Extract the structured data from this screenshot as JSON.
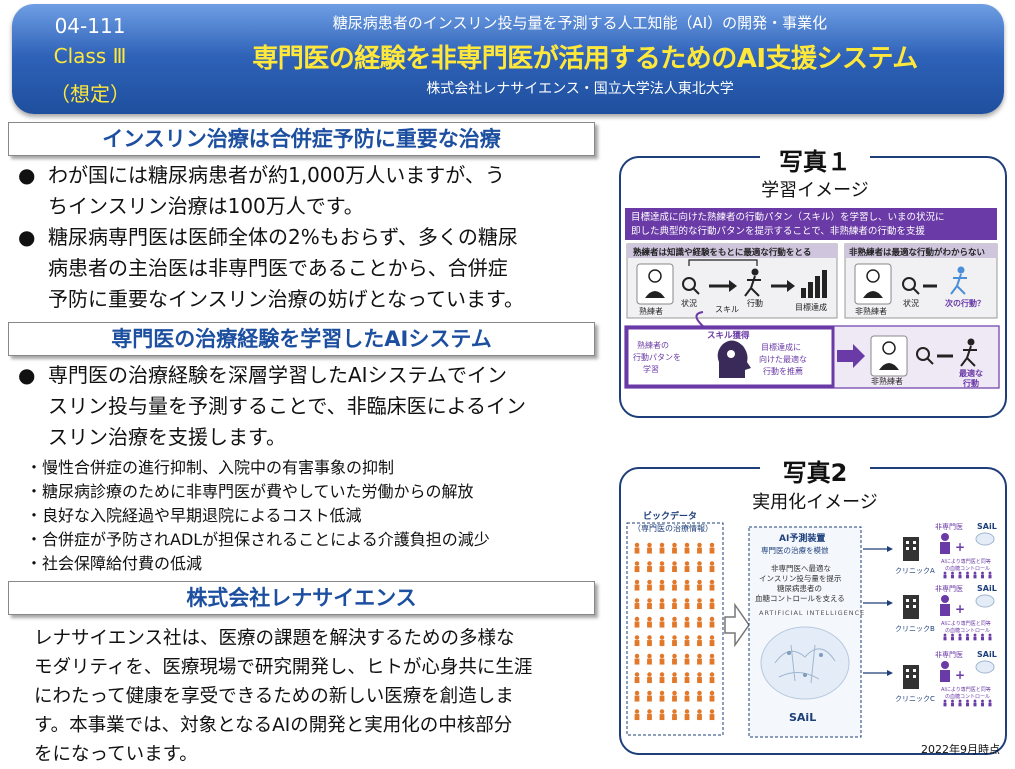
{
  "header": {
    "id": "04-111",
    "class_label": "Class Ⅲ",
    "assumed": "（想定）",
    "subtitle": "糖尿病患者のインスリン投与量を予測する人工知能（AI）の開発・事業化",
    "title": "専門医の経験を非専門医が活用するためのAI支援システム",
    "organizations": "株式会社レナサイエンス・国立大学法人東北大学"
  },
  "section1": {
    "heading": "インスリン治療は合併症予防に重要な治療",
    "bullets": [
      [
        "わが国には糖尿病患者が約1,000万人いますが、う",
        "ちインスリン治療は100万人です。"
      ],
      [
        "糖尿病専門医は医師全体の2%もおらず、多くの糖尿",
        "病患者の主治医は非専門医であることから、合併症",
        "予防に重要なインスリン治療の妨げとなっています。"
      ]
    ]
  },
  "section2": {
    "heading": "専門医の治療経験を学習したAIシステム",
    "bullet": [
      "専門医の治療経験を深層学習したAIシステムでイン",
      "スリン投与量を予測することで、非臨床医によるイン",
      "スリン治療を支援します。"
    ],
    "benefits": [
      "・慢性合併症の進行抑制、入院中の有害事象の抑制",
      "・糖尿病診療のために非専門医が費やしていた労働からの解放",
      "・良好な入院経過や早期退院によるコスト低減",
      "・合併症が予防されADLが担保されることによる介護負担の減少",
      "・社会保障給付費の低減"
    ]
  },
  "section3": {
    "heading": "株式会社レナサイエンス",
    "description": [
      "レナサイエンス社は、医療の課題を解決するための多様な",
      "モダリティを、医療現場で研究開発し、ヒトが心身共に生涯",
      "にわたって健康を享受できるための新しい医療を創造しま",
      "す。本事業では、対象となるAIの開発と実用化の中核部分",
      "をになっています。"
    ]
  },
  "photo1": {
    "title": "写真１",
    "subtitle": "学習イメージ",
    "banner": [
      "目標達成に向けた熟練者の行動パタン（スキル）を学習し、いまの状況に",
      "即した典型的な行動パタンを提示することで、非熟練者の行動を支援"
    ],
    "expert_box_label": "熟練者は知識や経験をもとに最適な行動をとる",
    "novice_box_label": "非熟練者は最適な行動がわからない",
    "expert": "熟練者",
    "situation": "状況",
    "skill": "スキル",
    "action": "行動",
    "goal": "目標達成",
    "novice": "非熟練者",
    "next_action": "次の行動？",
    "learn_label": [
      "熟練者の",
      "行動パタンを",
      "学習"
    ],
    "skill_acquired": "スキル獲得",
    "recommend_label": [
      "目標達成に",
      "向けた最適な",
      "行動を推薦"
    ],
    "optimal_action": [
      "最適な",
      "行動"
    ]
  },
  "photo2": {
    "title": "写真2",
    "subtitle": "実用化イメージ",
    "bigdata": [
      "ビックデータ",
      "（専門医の治療情報）"
    ],
    "ai_title": [
      "AI予測装置",
      "専門医の治療を模倣"
    ],
    "ai_desc": [
      "非専門医へ最適な",
      "インスリン投与量を提示",
      "糖尿病患者の",
      "血糖コントロールを支える"
    ],
    "ai_caption": "ARTIFICIAL INTELLIGENCE",
    "sail": "SAiL",
    "non_specialist": "非専門医",
    "control_text": [
      "AIにより専門医と同等",
      "の血糖コントロール"
    ],
    "clinics": [
      "クリニックA",
      "クリニックB",
      "クリニックC"
    ]
  },
  "date": "2022年9月時点",
  "colors": {
    "header_blue": "#2e62b8",
    "title_yellow": "#ffe83a",
    "heading_blue": "#1c4fa0",
    "photo_purple": "#6a3aa6",
    "bigdata_orange": "#e2782a",
    "frame_navy": "#1e3f7a"
  }
}
